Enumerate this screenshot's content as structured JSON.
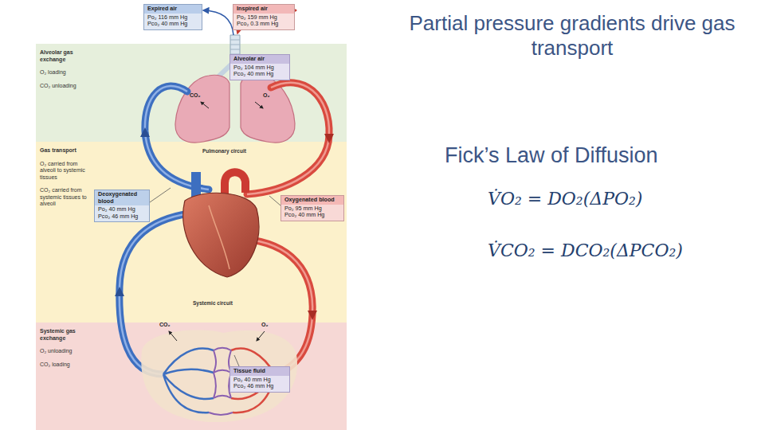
{
  "diagram": {
    "title": "Partial pressure gradients drive gas transport",
    "nodes": [
      {
        "text": [
          "Expired air",
          "Po₂ 116 mm Hg",
          "Pco₂ 40 mm Hg"
        ]
      },
      {
        "text": [
          "Inspired air",
          "Po₂ 159 mm Hg",
          "Pco₂ 0.3 mm Hg"
        ]
      },
      {
        "text": [
          "Alveolar gas exchange",
          "O₂ loading",
          "CO₂ unloading"
        ]
      },
      {
        "text": [
          "Alveolar air",
          "Po₂ 104 mm Hg",
          "Pco₂ 40 mm Hg"
        ],
        "in": 2
      },
      {
        "text": [
          "Gas transport",
          "O₂ carried from alveoli to systemic tissues",
          "CO₂ carried from systemic tissues to alveoli"
        ]
      },
      {
        "text": [
          "Deoxygenated blood",
          "Po₂ 40 mm Hg",
          "Pco₂ 46 mm Hg"
        ],
        "in": 4
      },
      {
        "text": [
          "Oxygenated blood",
          "Po₂ 95 mm Hg",
          "Pco₂ 40 mm Hg"
        ],
        "in": 4
      },
      {
        "text": [
          "Systemic gas exchange",
          "O₂ unloading",
          "CO₂ loading"
        ]
      },
      {
        "text": [
          "Tissue fluid",
          "Po₂ 40 mm Hg",
          "Pco₂ 46 mm Hg"
        ],
        "in": 7
      }
    ],
    "labels": [
      "Pulmonary circuit",
      "CO₂",
      "O₂",
      "Systemic circuit",
      "CO₂",
      "O₂",
      "Fick’s Law of Diffusion",
      "V̇O₂ = DO₂(ΔPO₂)",
      "V̇CO₂ = DCO₂(ΔPCO₂)"
    ]
  }
}
